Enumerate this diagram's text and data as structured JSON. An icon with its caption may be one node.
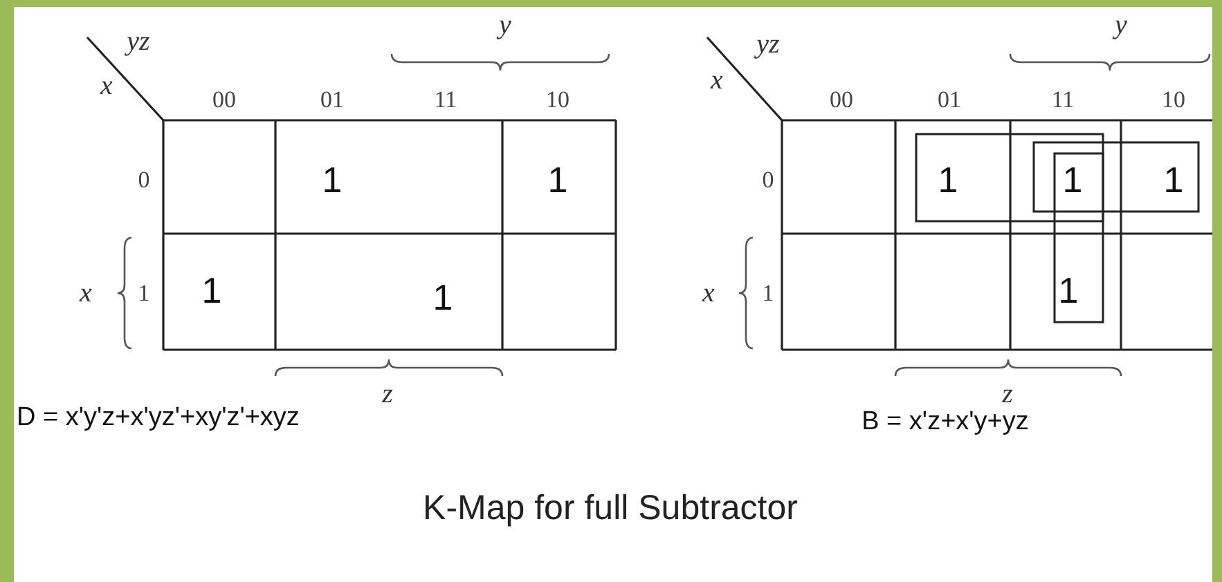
{
  "diagram": {
    "caption": "K-Map for full Subtractor",
    "labels": [
      "y",
      "yz",
      "x",
      "00",
      "01",
      "11",
      "10",
      "0",
      "1",
      "1",
      "x",
      "1",
      "1",
      "1",
      "z",
      "D = x'y'z+x'yz'+xy'z'+xyz",
      "y",
      "yz",
      "x",
      "00",
      "01",
      "11",
      "10",
      "0",
      "1",
      "1",
      "1",
      "x",
      "1",
      "1",
      "z",
      "B = x'z+x'y+yz"
    ]
  }
}
